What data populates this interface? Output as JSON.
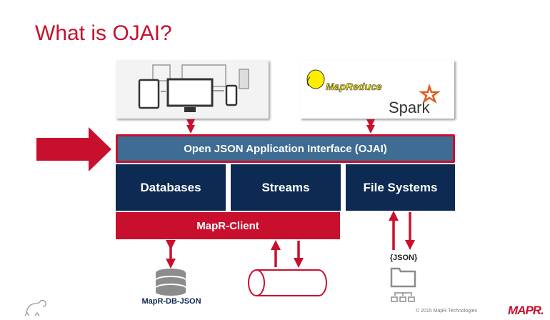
{
  "slide": {
    "title": "What is OJAI?",
    "top_panels": {
      "devices": {
        "icon": "devices-icon"
      },
      "frameworks": {
        "logos": [
          "MapReduce",
          "Spark"
        ]
      }
    },
    "ojai_bar": {
      "label": "Open JSON Application Interface (OJAI)"
    },
    "blocks": [
      {
        "label": "Databases"
      },
      {
        "label": "Streams"
      },
      {
        "label": "File Systems"
      }
    ],
    "client_bar": {
      "label": "MapR-Client"
    },
    "bottom": {
      "db_label": "MapR-DB-JSON",
      "json_label": "{JSON}"
    },
    "footer": {
      "copyright": "© 2015 MapR Technologies",
      "brand": "MAPR."
    },
    "colors": {
      "accent_red": "#c8102e",
      "navy": "#0c2a52",
      "steel_blue": "#3e6c92"
    }
  }
}
